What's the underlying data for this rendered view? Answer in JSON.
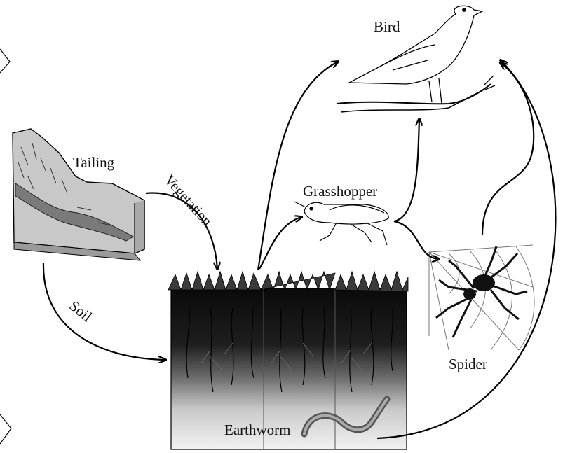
{
  "labels": {
    "bird": "Bird",
    "tailing": "Tailing",
    "vegetation": "Vegetation",
    "grasshopper": "Grasshopper",
    "soil": "Soil",
    "spider": "Spider",
    "earthworm": "Earthworm"
  },
  "icons": {
    "bird": "bird-illustration",
    "tailing": "tailing-heap-illustration",
    "grasshopper": "grasshopper-illustration",
    "spider": "spider-on-web-illustration",
    "soil_block": "soil-profile-with-vegetation",
    "earthworm": "earthworm-illustration"
  },
  "colors": {
    "line": "#000000",
    "tailing_fill": "#bdbdbd",
    "tailing_stream": "#6e6e6e"
  }
}
